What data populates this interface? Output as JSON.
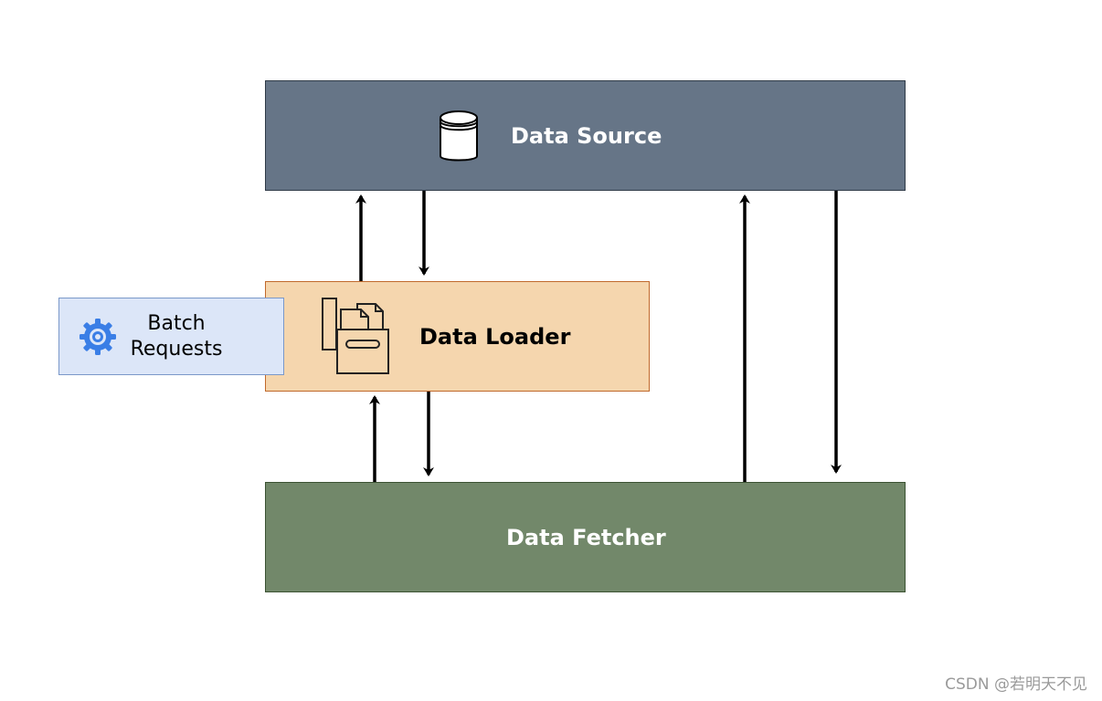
{
  "diagram": {
    "data_source": {
      "label": "Data Source",
      "icon": "database-icon",
      "fill": "#667587"
    },
    "data_loader": {
      "label": "Data Loader",
      "icon": "archive-icon",
      "fill": "#f5d6ae"
    },
    "data_fetcher": {
      "label": "Data Fetcher",
      "fill": "#72886a"
    },
    "batch_requests": {
      "line1": "Batch",
      "line2": "Requests",
      "icon": "gear-icon",
      "fill": "#dce6f8"
    }
  },
  "watermark": "CSDN @若明天不见"
}
